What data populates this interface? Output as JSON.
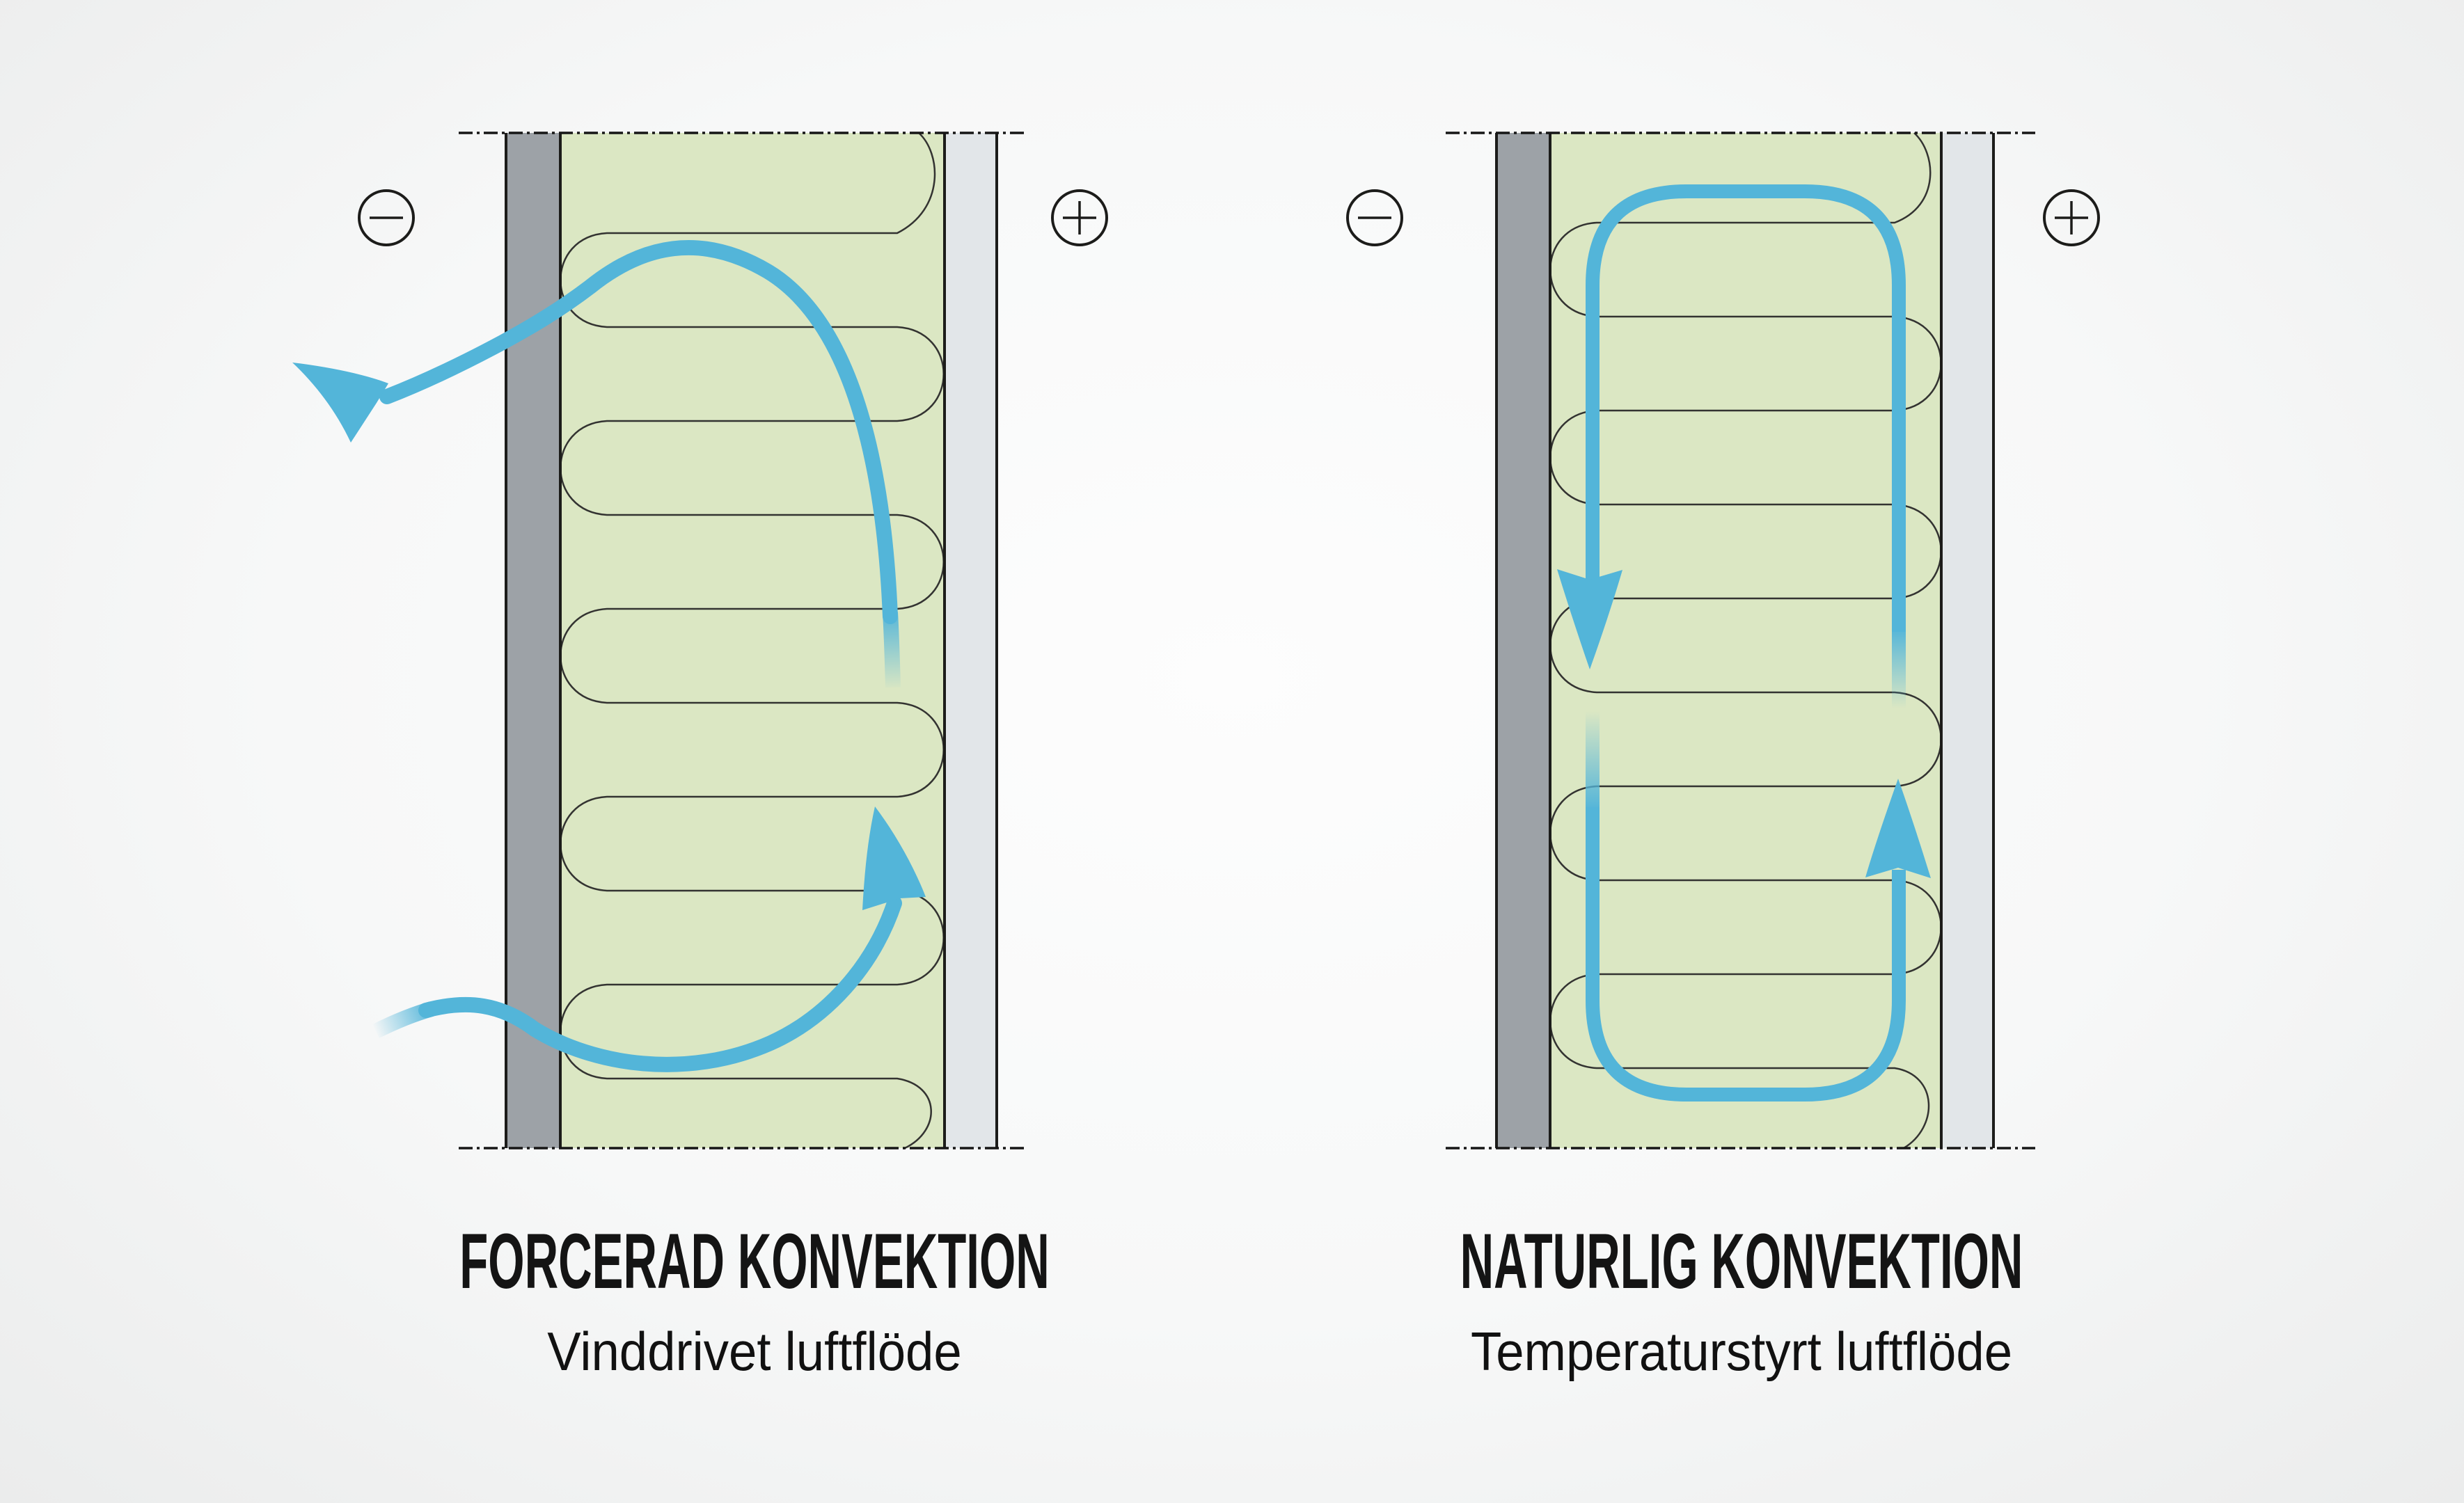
{
  "palette": {
    "arrow_blue": "#53b5d9",
    "insulation_green": "#dbe7c3",
    "outer_layer_gray": "#9da2a7",
    "inner_layer_gray": "#e2e6e9",
    "line_black": "#1c1c1a"
  },
  "diagrams": [
    {
      "id": "forced-convection",
      "title": "FORCERAD KONVEKTION",
      "subtitle": "Vinddrivet luftflöde",
      "cold_side_symbol": "−",
      "warm_side_symbol": "+"
    },
    {
      "id": "natural-convection",
      "title": "NATURLIG KONVEKTION",
      "subtitle": "Temperaturstyrt luftflöde",
      "cold_side_symbol": "−",
      "warm_side_symbol": "+"
    }
  ]
}
